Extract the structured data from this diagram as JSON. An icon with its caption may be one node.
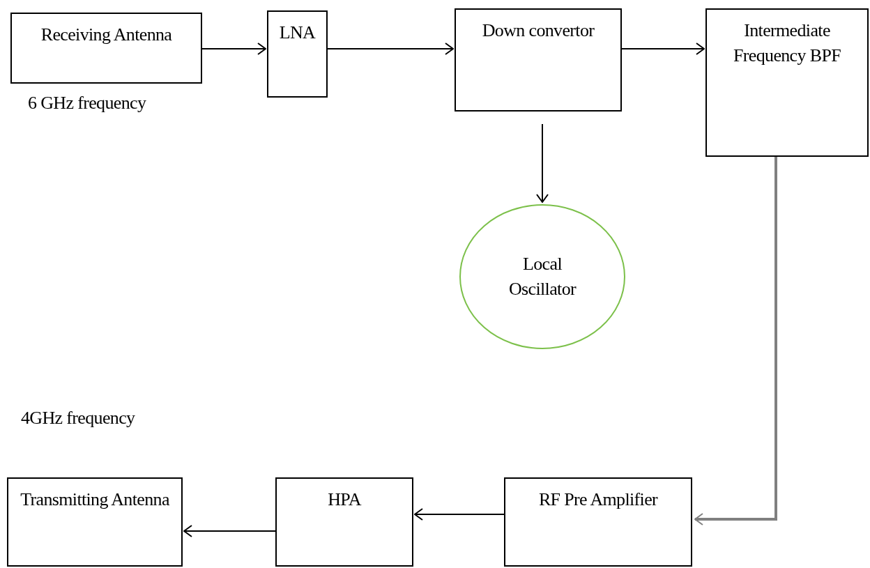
{
  "diagram": {
    "nodes": [
      {
        "text": [
          "Receiving Antenna"
        ],
        "beside": [
          "6 GHz frequency"
        ]
      },
      {
        "text": [
          "LNA"
        ]
      },
      {
        "text": [
          "Down convertor"
        ]
      },
      {
        "text": [
          "Intermediate Frequency BPF"
        ]
      },
      {
        "text": [
          "Local Oscillator"
        ]
      },
      {
        "text": [
          "RF Pre Amplifier"
        ]
      },
      {
        "text": [
          "HPA"
        ]
      },
      {
        "text": [
          "Transmitting Antenna"
        ]
      }
    ],
    "edges": [
      {
        "from": 0,
        "to": 1,
        "arrow": "to"
      },
      {
        "from": 1,
        "to": 2,
        "arrow": "to"
      },
      {
        "from": 2,
        "to": 3,
        "arrow": "to"
      },
      {
        "from": 2,
        "to": 4,
        "arrow": "to"
      },
      {
        "from": 3,
        "to": 5,
        "arrow": "to",
        "style": "thick",
        "color": "#808080"
      },
      {
        "from": 5,
        "to": 6,
        "arrow": "to"
      },
      {
        "from": 6,
        "to": 7,
        "arrow": "to"
      }
    ],
    "labels": [
      "4GHz frequency"
    ]
  }
}
